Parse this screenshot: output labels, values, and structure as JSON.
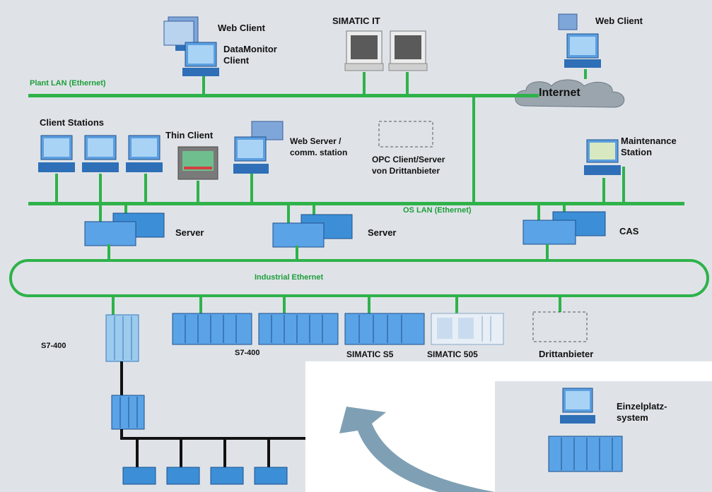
{
  "labels": {
    "web_client_top": "Web Client",
    "dataMonitor_client": "DataMonitor\nClient",
    "simatic_it": "SIMATIC IT",
    "web_client_right": "Web Client",
    "internet": "Internet",
    "terminal_bus": "Plant LAN (Ethernet)",
    "client_stations": "Client Stations",
    "thin_client": "Thin Client",
    "web_server": "Web Server /\ncomm. station",
    "opc_client": "OPC Client/Server\nvon Drittanbieter",
    "maintenance_station": "Maintenance\nStation",
    "system_bus": "OS LAN (Ethernet)",
    "server_left": "Server",
    "server_mid": "Server",
    "cas": "CAS",
    "industrial_ethernet": "Industrial Ethernet",
    "s7_400_left": "S7-400",
    "s7_400_mid": "S7-400",
    "simatic_s5": "SIMATIC S5",
    "simatic_505": "SIMATIC 505",
    "third_party": "Drittanbieter",
    "engineering_system": "Einzelplatz-\nsystem"
  },
  "colors": {
    "bus_green": "#2fb24a",
    "background": "#dfe3e8",
    "device_blue": "#3c8fd6",
    "arrow_grey": "#7fa0b4"
  }
}
